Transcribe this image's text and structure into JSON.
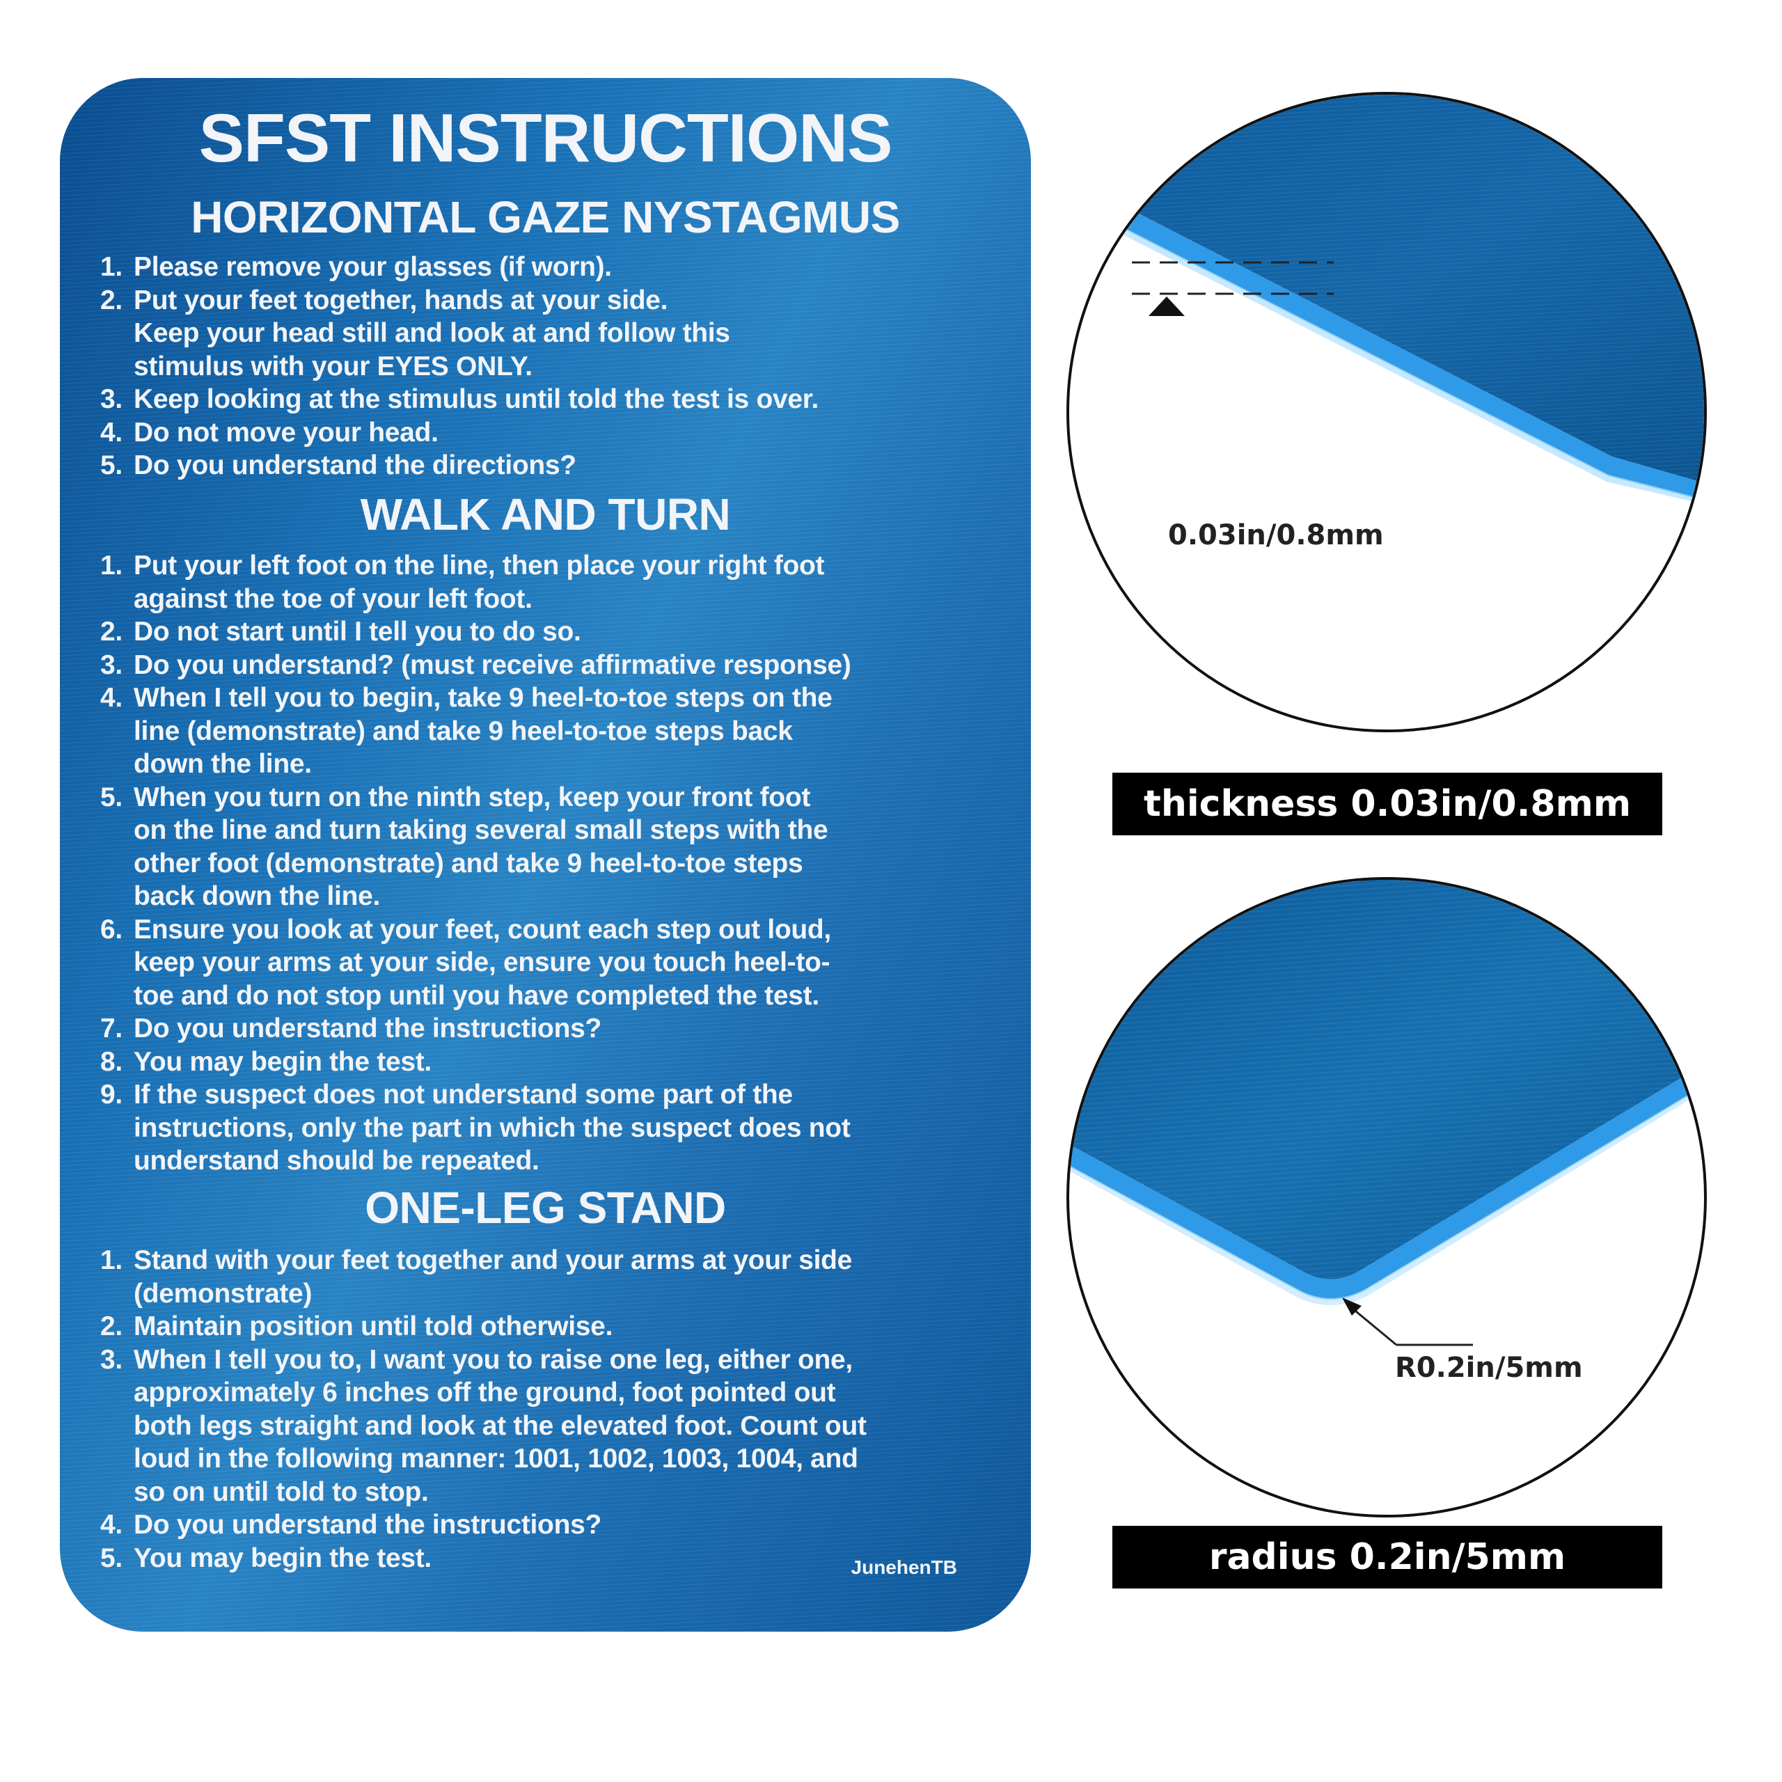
{
  "card": {
    "title": "SFST INSTRUCTIONS",
    "brand": "JunehenTB",
    "colors": {
      "card_blue": "#1a72b8",
      "text": "#f2f4f8"
    },
    "sections": [
      {
        "heading": "HORIZONTAL GAZE NYSTAGMUS",
        "items": [
          [
            "1.",
            "Please remove your glasses (if worn)."
          ],
          [
            "2.",
            "Put your feet together, hands at your side."
          ],
          [
            "",
            "Keep your head still and look at and follow this"
          ],
          [
            "",
            "stimulus with your EYES ONLY."
          ],
          [
            "3.",
            "Keep looking at the stimulus until told the test is over."
          ],
          [
            "4.",
            "Do not move your head."
          ],
          [
            "5.",
            "Do you understand the directions?"
          ]
        ]
      },
      {
        "heading": "WALK AND TURN",
        "items": [
          [
            "1.",
            "Put your left foot on the line, then place your right  foot"
          ],
          [
            "",
            "against the toe of your left foot."
          ],
          [
            "2.",
            "Do not start until I tell you to do so."
          ],
          [
            "3.",
            "Do you understand? (must receive affirmative response)"
          ],
          [
            "4.",
            "When I tell you to begin, take 9 heel-to-toe steps on the"
          ],
          [
            "",
            "line (demonstrate) and take 9 heel-to-toe steps back"
          ],
          [
            "",
            "down the line."
          ],
          [
            "5.",
            "When you turn on the ninth step, keep your front foot"
          ],
          [
            "",
            "on the line and turn taking several small steps with the"
          ],
          [
            "",
            "other foot (demonstrate) and take 9 heel-to-toe steps"
          ],
          [
            "",
            "back down the line."
          ],
          [
            "6.",
            "Ensure you look at your feet, count each step out loud,"
          ],
          [
            "",
            "keep your arms at your side, ensure you touch heel-to-"
          ],
          [
            "",
            "toe and do not stop until you have completed the test."
          ],
          [
            "7.",
            "Do you understand the instructions?"
          ],
          [
            "8.",
            "You may begin the test."
          ],
          [
            "9.",
            "If the suspect does not understand some part of the"
          ],
          [
            "",
            "instructions, only the part in which the suspect does not"
          ],
          [
            "",
            "understand should be repeated."
          ]
        ]
      },
      {
        "heading": "ONE-LEG STAND",
        "items": [
          [
            "1.",
            "Stand with your feet together and your arms at your side"
          ],
          [
            "",
            "(demonstrate)"
          ],
          [
            "2.",
            "Maintain position until told otherwise."
          ],
          [
            "3.",
            "When I tell you to, I want you to raise one leg, either one,"
          ],
          [
            "",
            "approximately 6 inches off the ground, foot pointed out"
          ],
          [
            "",
            "both legs straight and look at the elevated foot. Count out"
          ],
          [
            "",
            "loud in the following manner: 1001, 1002, 1003, 1004, and"
          ],
          [
            "",
            "so on until told to stop."
          ],
          [
            "4.",
            "Do you understand the instructions?"
          ],
          [
            "5.",
            "You may begin the test."
          ]
        ]
      }
    ]
  },
  "detail_top": {
    "dimension_label": "0.03in/0.8mm",
    "caption": "thickness 0.03in/0.8mm"
  },
  "detail_bottom": {
    "dimension_label": "R0.2in/5mm",
    "caption": "radius 0.2in/5mm"
  },
  "colors": {
    "caption_bg": "#000000",
    "caption_text": "#ffffff",
    "edge_blue": "#2f9be8"
  }
}
